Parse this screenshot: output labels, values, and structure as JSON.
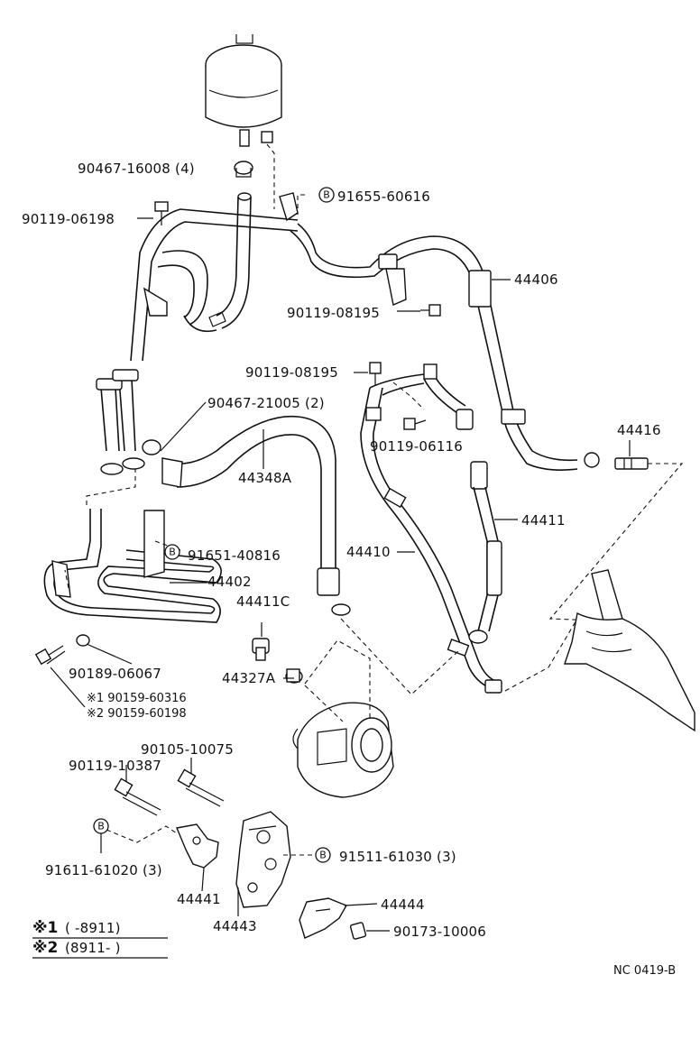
{
  "labels": {
    "p90467_16008": "90467-16008 (4)",
    "p90119_06198": "90119-06198",
    "p91655_60616": "91655-60616",
    "p44406": "44406",
    "p90119_08195_a": "90119-08195",
    "p90119_08195_b": "90119-08195",
    "p90467_21005": "90467-21005 (2)",
    "p90119_06116": "90119-06116",
    "p44416": "44416",
    "p44348A": "44348A",
    "p44411": "44411",
    "p44410": "44410",
    "p91651_40816": "91651-40816",
    "p44402": "44402",
    "p44411C": "44411C",
    "p90189_06067": "90189-06067",
    "p44327A": "44327A",
    "p90159_60316": "※1 90159-60316",
    "p90159_60198": "※2 90159-60198",
    "p90105_10075": "90105-10075",
    "p90119_10387": "90119-10387",
    "p91511_61030": "91511-61030 (3)",
    "p91611_61020": "91611-61020 (3)",
    "p44441": "44441",
    "p44443": "44443",
    "p44444": "44444",
    "p90173_10006": "90173-10006"
  },
  "b_mark": "B",
  "notes": {
    "n1_mark": "※1",
    "n1_text": "(      -8911)",
    "n2_mark": "※2",
    "n2_text": "(8911-         )"
  },
  "diagram_code": "NC 0419-B"
}
